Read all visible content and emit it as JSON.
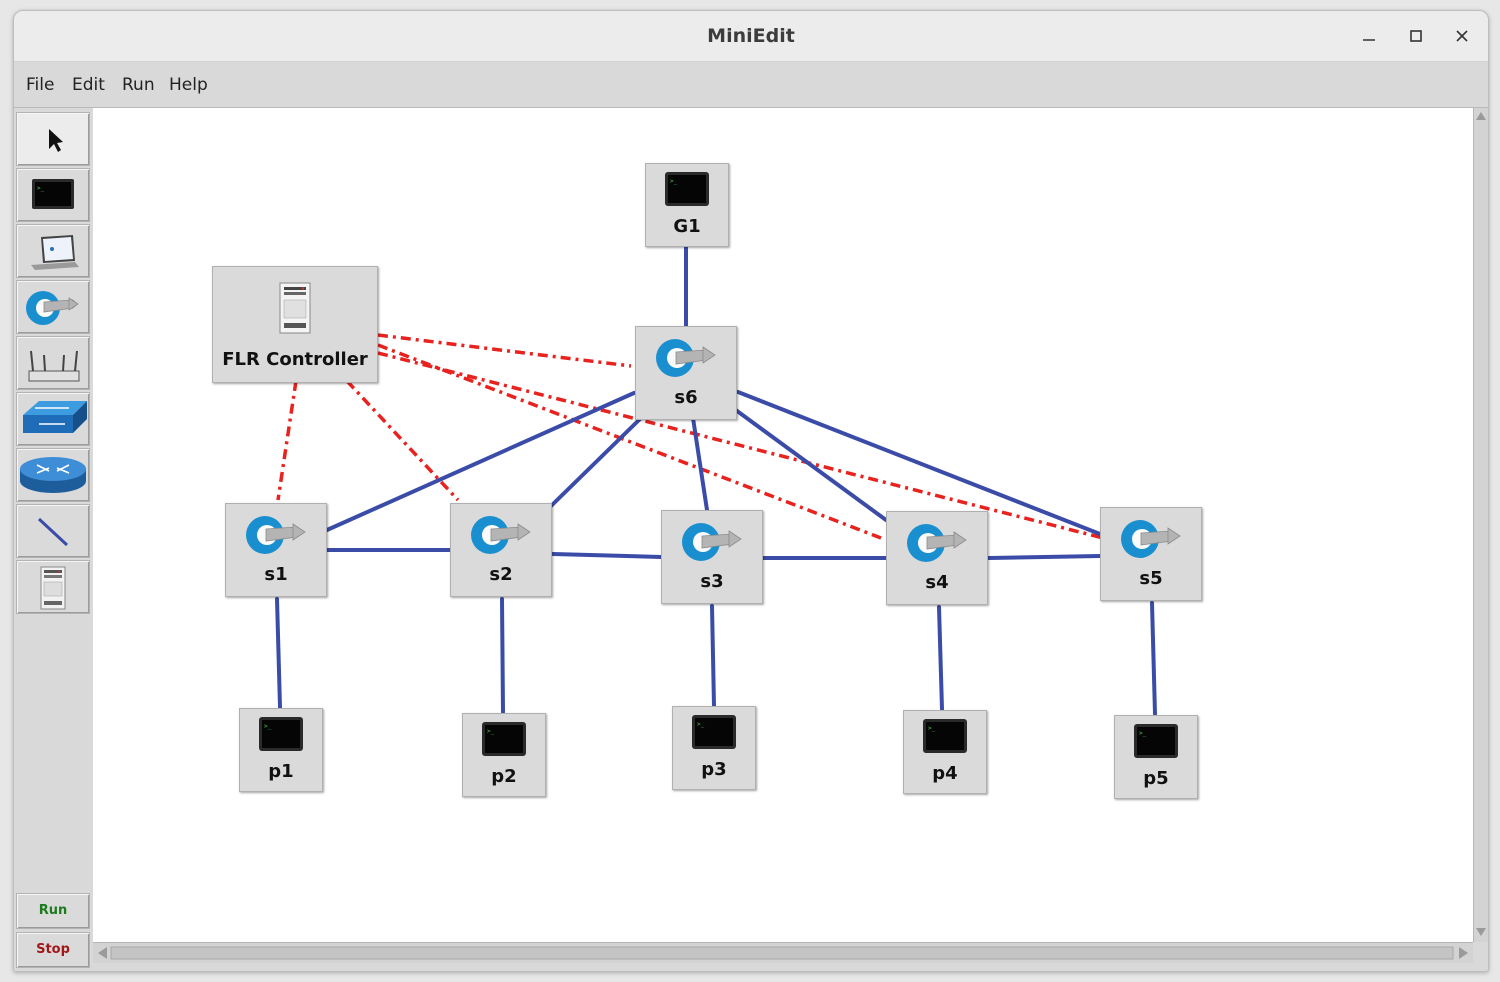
{
  "window": {
    "title": "MiniEdit"
  },
  "titlebar": {
    "controls": [
      "minimize-icon",
      "maximize-icon",
      "close-icon"
    ]
  },
  "menu": [
    "File",
    "Edit",
    "Run",
    "Help"
  ],
  "toolbar": {
    "tools": [
      "select-pointer-icon",
      "host-icon",
      "laptop-icon",
      "switch-icon",
      "wireless-ap-icon",
      "legacy-switch-icon",
      "router-icon",
      "link-icon",
      "controller-icon"
    ],
    "run_label": "Run",
    "stop_label": "Stop",
    "run_color": "#1e7a1e",
    "stop_color": "#a01818"
  },
  "topology": {
    "controller": {
      "label": "FLR Controller"
    },
    "gateway": {
      "label": "G1"
    },
    "core_switch": {
      "label": "s6"
    },
    "switches": [
      {
        "label": "s1"
      },
      {
        "label": "s2"
      },
      {
        "label": "s3"
      },
      {
        "label": "s4"
      },
      {
        "label": "s5"
      }
    ],
    "hosts": [
      {
        "label": "p1"
      },
      {
        "label": "p2"
      },
      {
        "label": "p3"
      },
      {
        "label": "p4"
      },
      {
        "label": "p5"
      }
    ],
    "colors": {
      "data_link": "#3b4ca8",
      "control_link": "#e8221e"
    }
  }
}
